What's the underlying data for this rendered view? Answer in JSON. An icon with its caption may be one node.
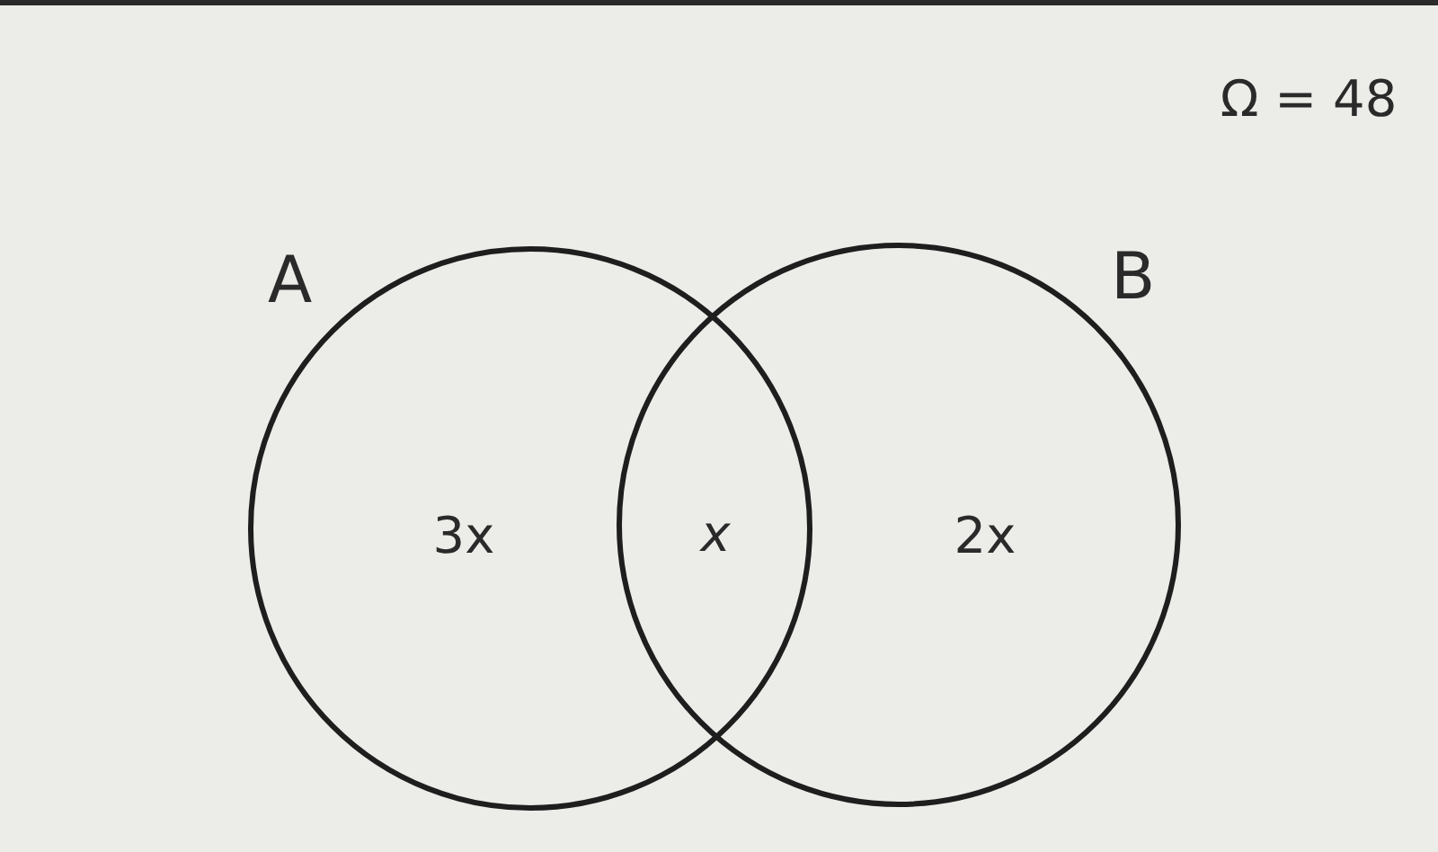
{
  "diagram": {
    "nodes": [
      {
        "text": [
          "A",
          "3x"
        ]
      },
      {
        "text": [
          "B",
          "2x"
        ]
      }
    ],
    "labels": [
      "Ω = 48",
      "x"
    ]
  }
}
